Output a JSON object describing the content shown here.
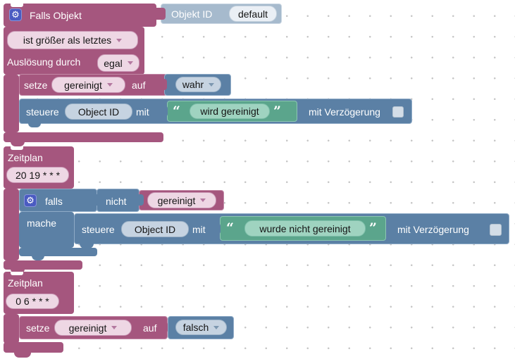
{
  "colors": {
    "block_pink": "#a5567e",
    "block_blue": "#5b80a5",
    "block_green": "#5ba58c",
    "block_oid": "#a6bacd",
    "gear_badge": "#4a5bc1",
    "canvas_dot": "#c6c6c6"
  },
  "glyphs": {
    "gear": "⚙",
    "quote_open": "“",
    "quote_close": "”"
  },
  "blocks": {
    "falls_objekt": {
      "title": "Falls Objekt",
      "oid_label": "Objekt ID",
      "oid_value": "default",
      "condition": "ist größer als letztes",
      "trigger_label": "Auslösung durch",
      "trigger_value": "egal",
      "set_state": {
        "verb": "setze",
        "variable": "gereinigt",
        "preposition": "auf",
        "value": "wahr"
      },
      "control": {
        "verb": "steuere",
        "oid": "Object ID",
        "with_label": "mit",
        "text": "wird gereinigt",
        "delay_label": "mit Verzögerung",
        "delay_checked": false
      }
    },
    "schedule_evening": {
      "title": "Zeitplan",
      "cron": "20 19 * * *",
      "if_label": "falls",
      "not_label": "nicht",
      "variable": "gereinigt",
      "do_label": "mache",
      "control": {
        "verb": "steuere",
        "oid": "Object ID",
        "with_label": "mit",
        "text": "wurde nicht gereinigt",
        "delay_label": "mit Verzögerung",
        "delay_checked": false
      }
    },
    "schedule_morning": {
      "title": "Zeitplan",
      "cron": "0 6 * * *",
      "set_state": {
        "verb": "setze",
        "variable": "gereinigt",
        "preposition": "auf",
        "value": "falsch"
      }
    }
  }
}
